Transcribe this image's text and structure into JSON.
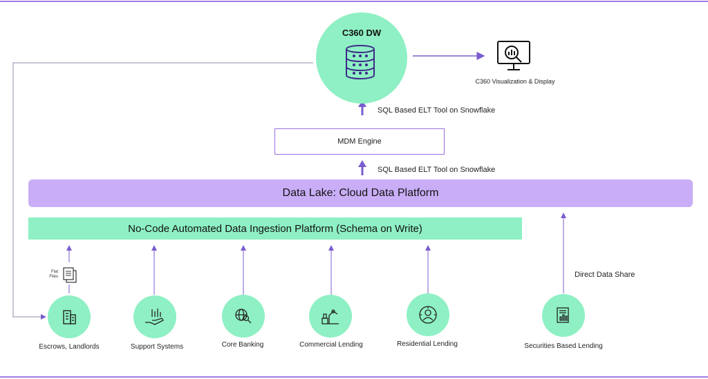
{
  "warehouse": {
    "title": "C360 DW",
    "icon": "database-icon"
  },
  "visualization": {
    "label": "C360 Visualization & Display",
    "icon": "monitor-chart-icon"
  },
  "elt_top": "SQL Based ELT Tool on Snowflake",
  "mdm": "MDM Engine",
  "elt_bottom": "SQL Based ELT Tool on Snowflake",
  "data_lake": "Data Lake: Cloud Data Platform",
  "ingestion": "No-Code Automated Data Ingestion Platform (Schema on Write)",
  "flat_files": "Flat Files",
  "direct_share": "Direct Data Share",
  "sources": [
    {
      "label": "Escrows, Landlords",
      "icon": "building-icon"
    },
    {
      "label": "Support Systems",
      "icon": "hand-data-icon"
    },
    {
      "label": "Core Banking",
      "icon": "globe-search-icon"
    },
    {
      "label": "Commercial Lending",
      "icon": "factory-icon"
    },
    {
      "label": "Residential Lending",
      "icon": "house-person-icon"
    },
    {
      "label": "Securities Based Lending",
      "icon": "document-chart-icon"
    }
  ],
  "colors": {
    "accent": "#8ef0c4",
    "purple": "#c9aef7",
    "line": "#7a5ccf",
    "border": "#a07ce8"
  }
}
